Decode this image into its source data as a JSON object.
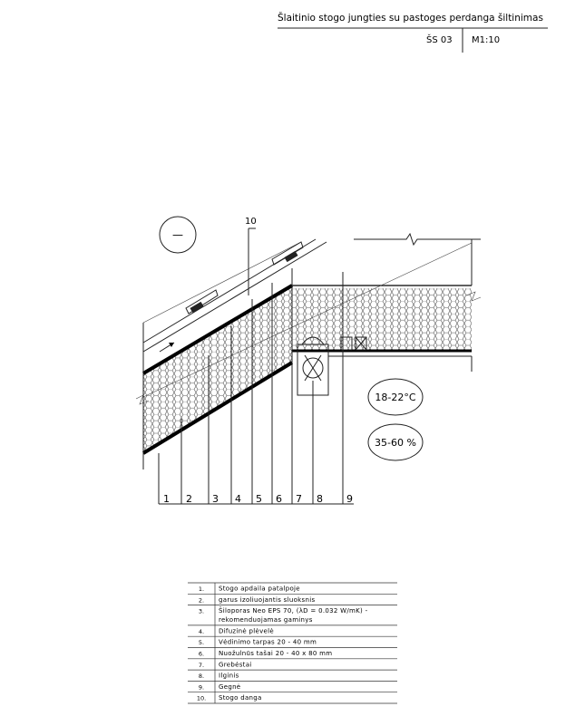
{
  "title_block": {
    "title": "Šlaitinio stogo jungties su pastoges perdanga šiltinimas",
    "code": "ŠS 03",
    "scale": "M1:10"
  },
  "detail": {
    "section_symbol": "—",
    "callout_top": "10",
    "temperature": "18-22°C",
    "humidity": "35-60 %",
    "callouts": [
      "1",
      "2",
      "3",
      "4",
      "5",
      "6",
      "7",
      "8",
      "9"
    ]
  },
  "legend": {
    "rows": [
      {
        "num": "1.",
        "lines": [
          "Stogo apdaila patalpoje"
        ]
      },
      {
        "num": "2.",
        "lines": [
          "garus izoliuojantis sluoksnis"
        ]
      },
      {
        "num": "3.",
        "lines": [
          "Šiloporas Neo EPS 70, (λD = 0.032 W/mK) -",
          "rekomenduojamas gaminys"
        ]
      },
      {
        "num": "4.",
        "lines": [
          "Difuzinė plėvelė"
        ]
      },
      {
        "num": "5.",
        "lines": [
          "Vėdinimo tarpas 20 - 40 mm"
        ]
      },
      {
        "num": "6.",
        "lines": [
          "Nuožulnūs tašai 20 - 40 x 80 mm"
        ]
      },
      {
        "num": "7.",
        "lines": [
          "Grebėstai"
        ]
      },
      {
        "num": "8.",
        "lines": [
          "Ilginis"
        ]
      },
      {
        "num": "9.",
        "lines": [
          "Gegnė"
        ]
      },
      {
        "num": "10.",
        "lines": [
          "Stogo danga"
        ]
      }
    ]
  }
}
